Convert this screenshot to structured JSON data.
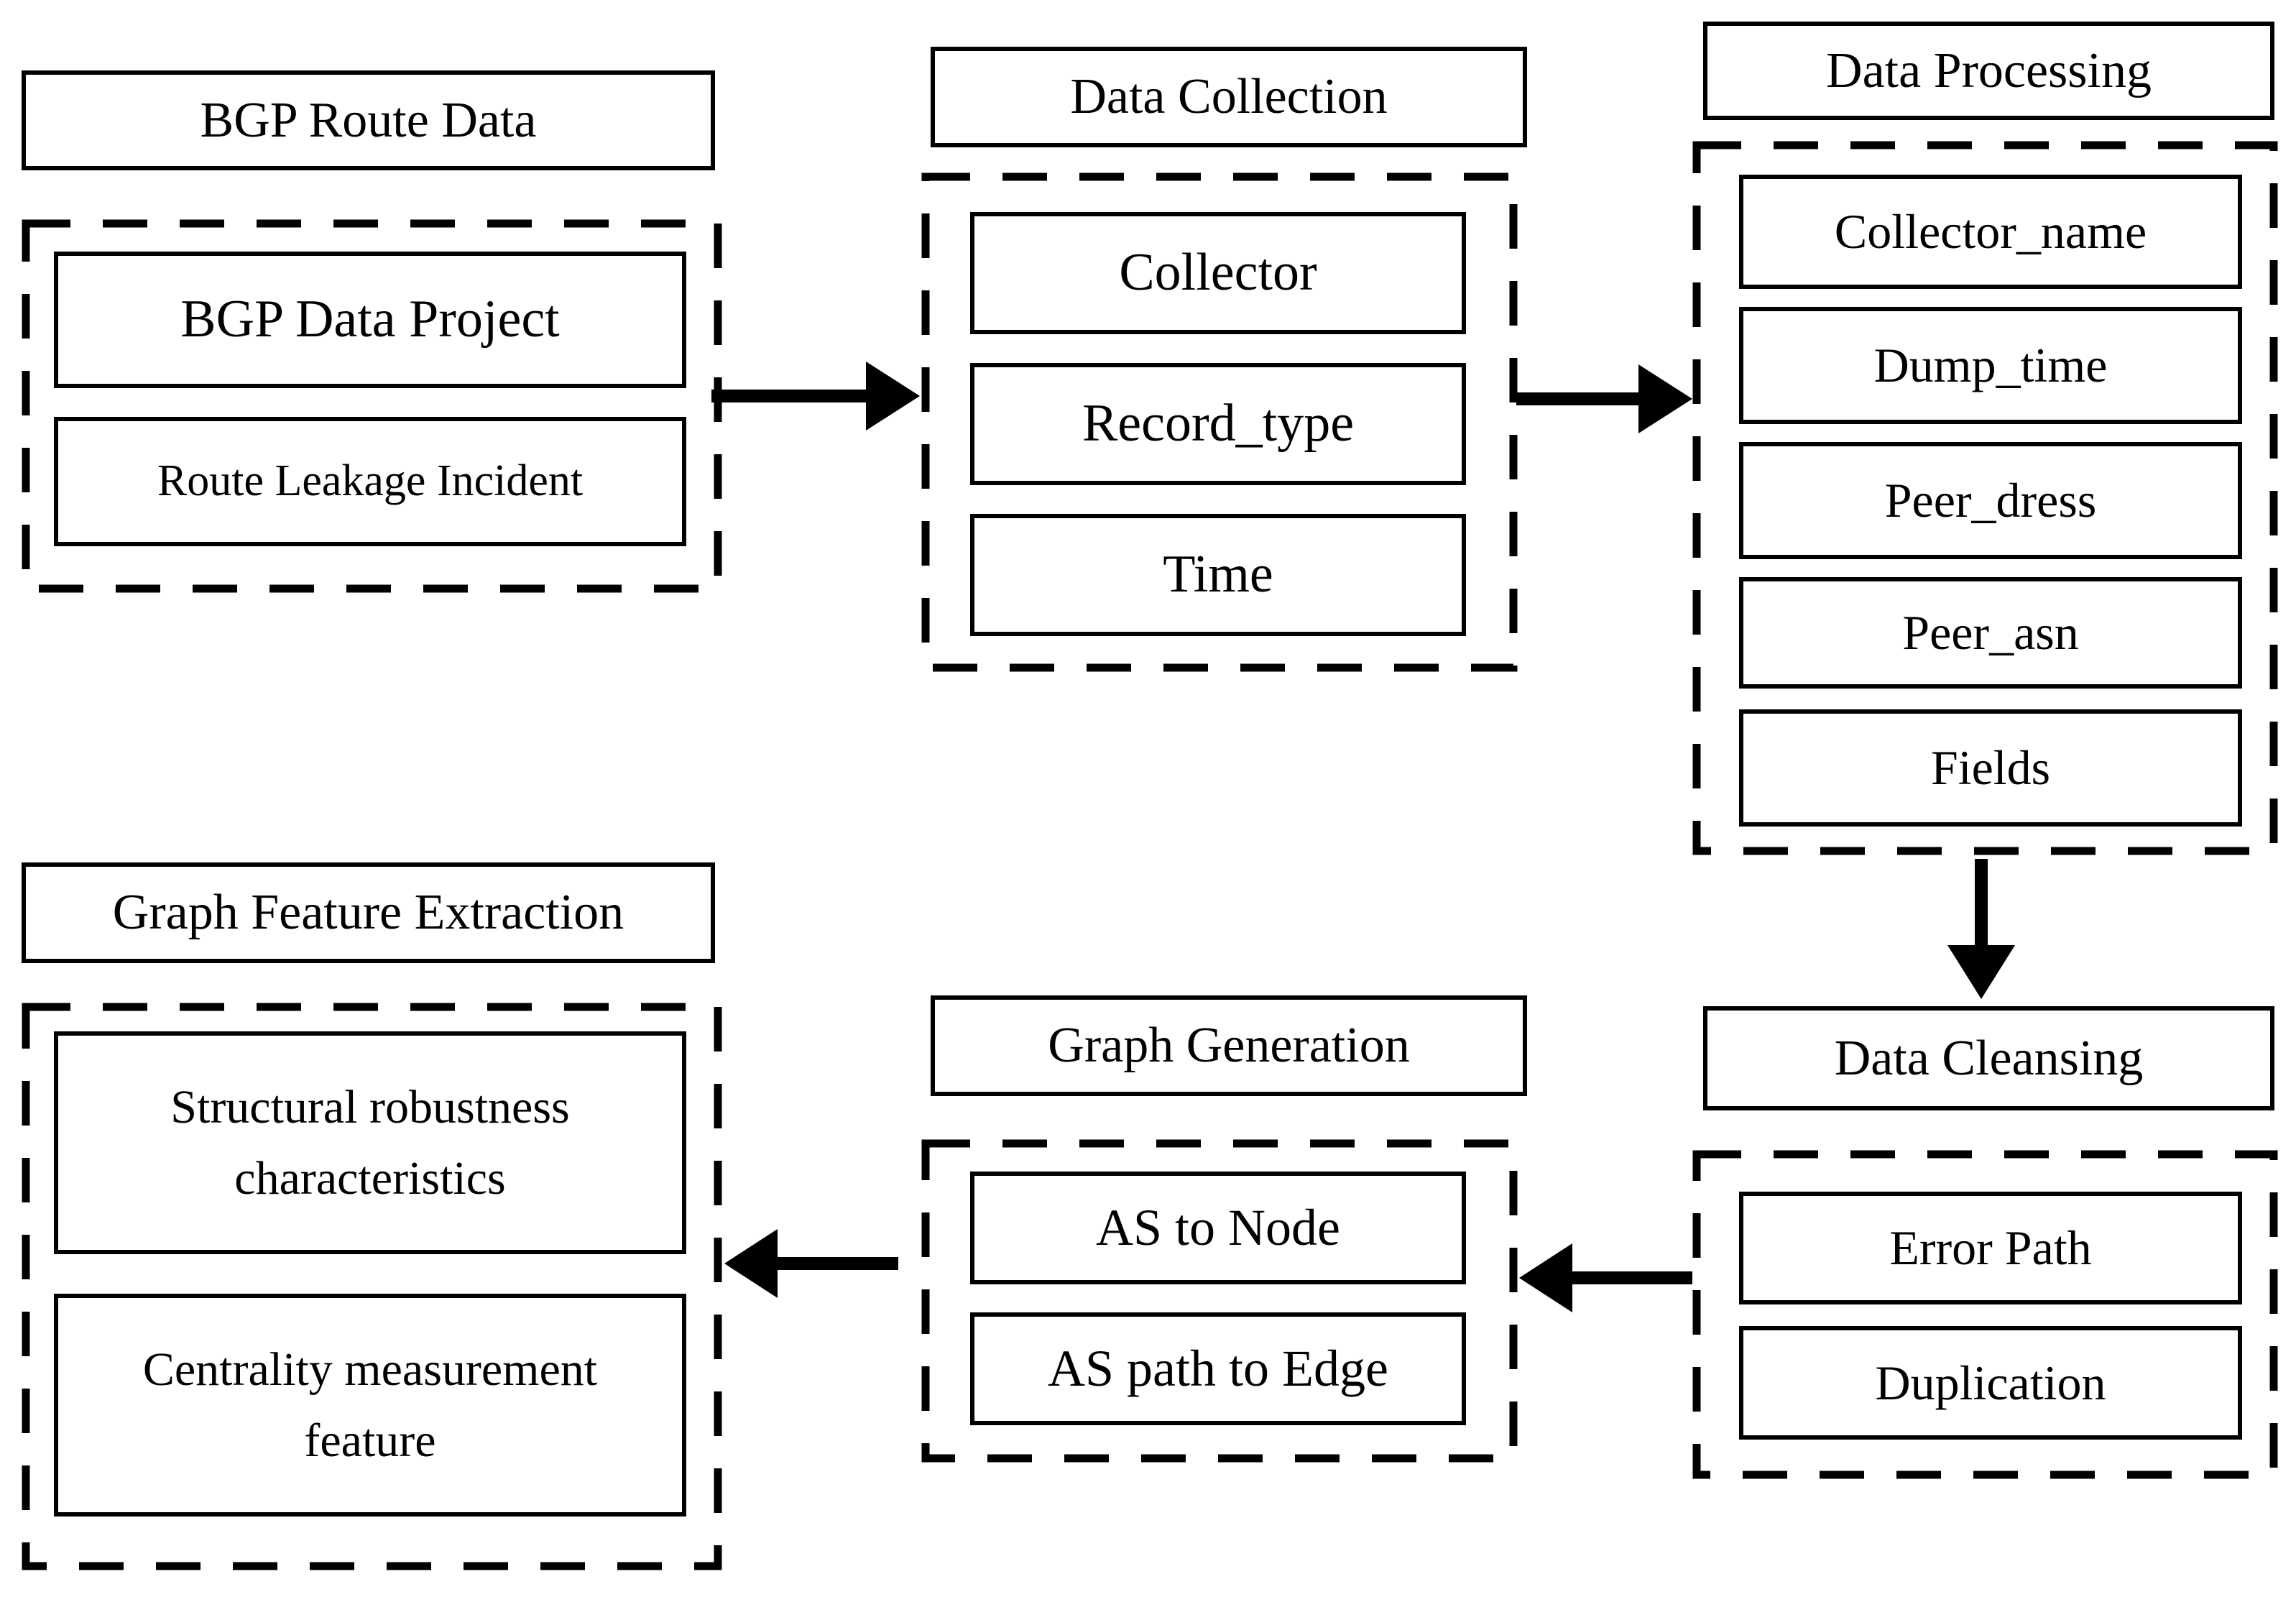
{
  "page": {
    "background_color": "#ffffff",
    "line_color": "#000000"
  },
  "sections": {
    "bgp_route_data": {
      "title": "BGP Route Data",
      "items": [
        "BGP Data Project",
        "Route Leakage Incident"
      ]
    },
    "data_collection": {
      "title": "Data Collection",
      "items": [
        "Collector",
        "Record_type",
        "Time"
      ]
    },
    "data_processing": {
      "title": "Data Processing",
      "items": [
        "Collector_name",
        "Dump_time",
        "Peer_dress",
        "Peer_asn",
        "Fields"
      ]
    },
    "data_cleansing": {
      "title": "Data Cleansing",
      "items": [
        "Error Path",
        "Duplication"
      ]
    },
    "graph_generation": {
      "title": "Graph Generation",
      "items": [
        "AS to Node",
        "AS path to Edge"
      ]
    },
    "graph_feature_extraction": {
      "title": "Graph Feature Extraction",
      "items": [
        "Structural robustness characteristics",
        "Centrality measurement feature"
      ]
    }
  },
  "flow": [
    {
      "from": "BGP Route Data",
      "to": "Data Collection",
      "direction": "right"
    },
    {
      "from": "Data Collection",
      "to": "Data Processing",
      "direction": "right"
    },
    {
      "from": "Data Processing",
      "to": "Data Cleansing",
      "direction": "down"
    },
    {
      "from": "Data Cleansing",
      "to": "Graph Generation",
      "direction": "left"
    },
    {
      "from": "Graph Generation",
      "to": "Graph Feature Extraction",
      "direction": "left"
    }
  ]
}
